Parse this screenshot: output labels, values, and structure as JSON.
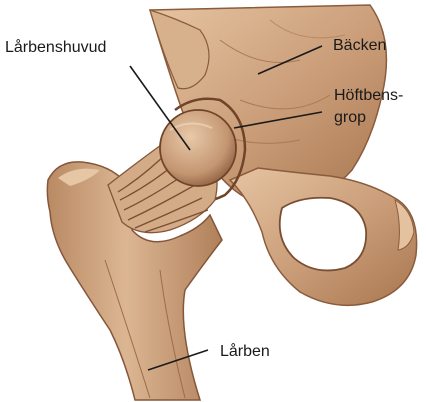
{
  "labels": {
    "femoral_head": "Lårbenshuvud",
    "pelvis": "Bäcken",
    "acetabulum_line1": "Höftbens-",
    "acetabulum_line2": "grop",
    "femur": "Lårben"
  },
  "colors": {
    "bone_base": "#c99c77",
    "bone_light": "#e2bf9c",
    "bone_shadow": "#9a6a48",
    "bone_dark": "#7a4e33",
    "text": "#1a1a1a"
  }
}
